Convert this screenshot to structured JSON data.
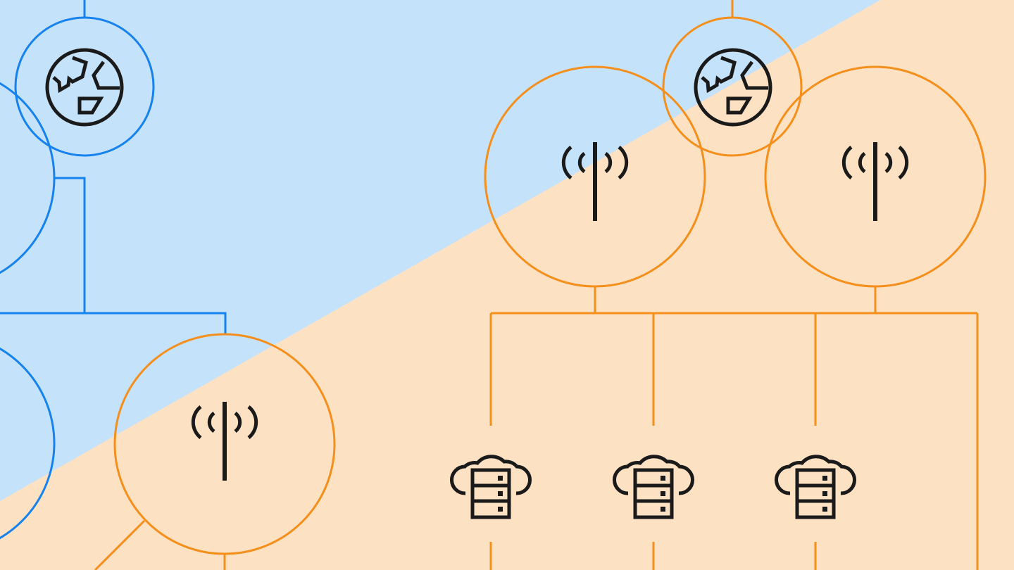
{
  "colors": {
    "background_blue": "#c5e2fb",
    "background_peach": "#fde1c3",
    "network_blue": "#1682ee",
    "network_orange": "#f58f1c",
    "icon": "#1a1a1a"
  },
  "nodes": [
    {
      "id": "globe-blue",
      "icon": "globe-icon",
      "group": "blue"
    },
    {
      "id": "hub-blue-upper",
      "icon": "none",
      "group": "blue"
    },
    {
      "id": "hub-blue-lower",
      "icon": "none",
      "group": "blue"
    },
    {
      "id": "antenna-left",
      "icon": "antenna-icon",
      "group": "orange"
    },
    {
      "id": "globe-orange",
      "icon": "globe-icon",
      "group": "orange"
    },
    {
      "id": "antenna-center",
      "icon": "antenna-icon",
      "group": "orange"
    },
    {
      "id": "antenna-right",
      "icon": "antenna-icon",
      "group": "orange"
    },
    {
      "id": "cloud-server-1",
      "icon": "cloud-server-icon",
      "group": "orange"
    },
    {
      "id": "cloud-server-2",
      "icon": "cloud-server-icon",
      "group": "orange"
    },
    {
      "id": "cloud-server-3",
      "icon": "cloud-server-icon",
      "group": "orange"
    }
  ]
}
